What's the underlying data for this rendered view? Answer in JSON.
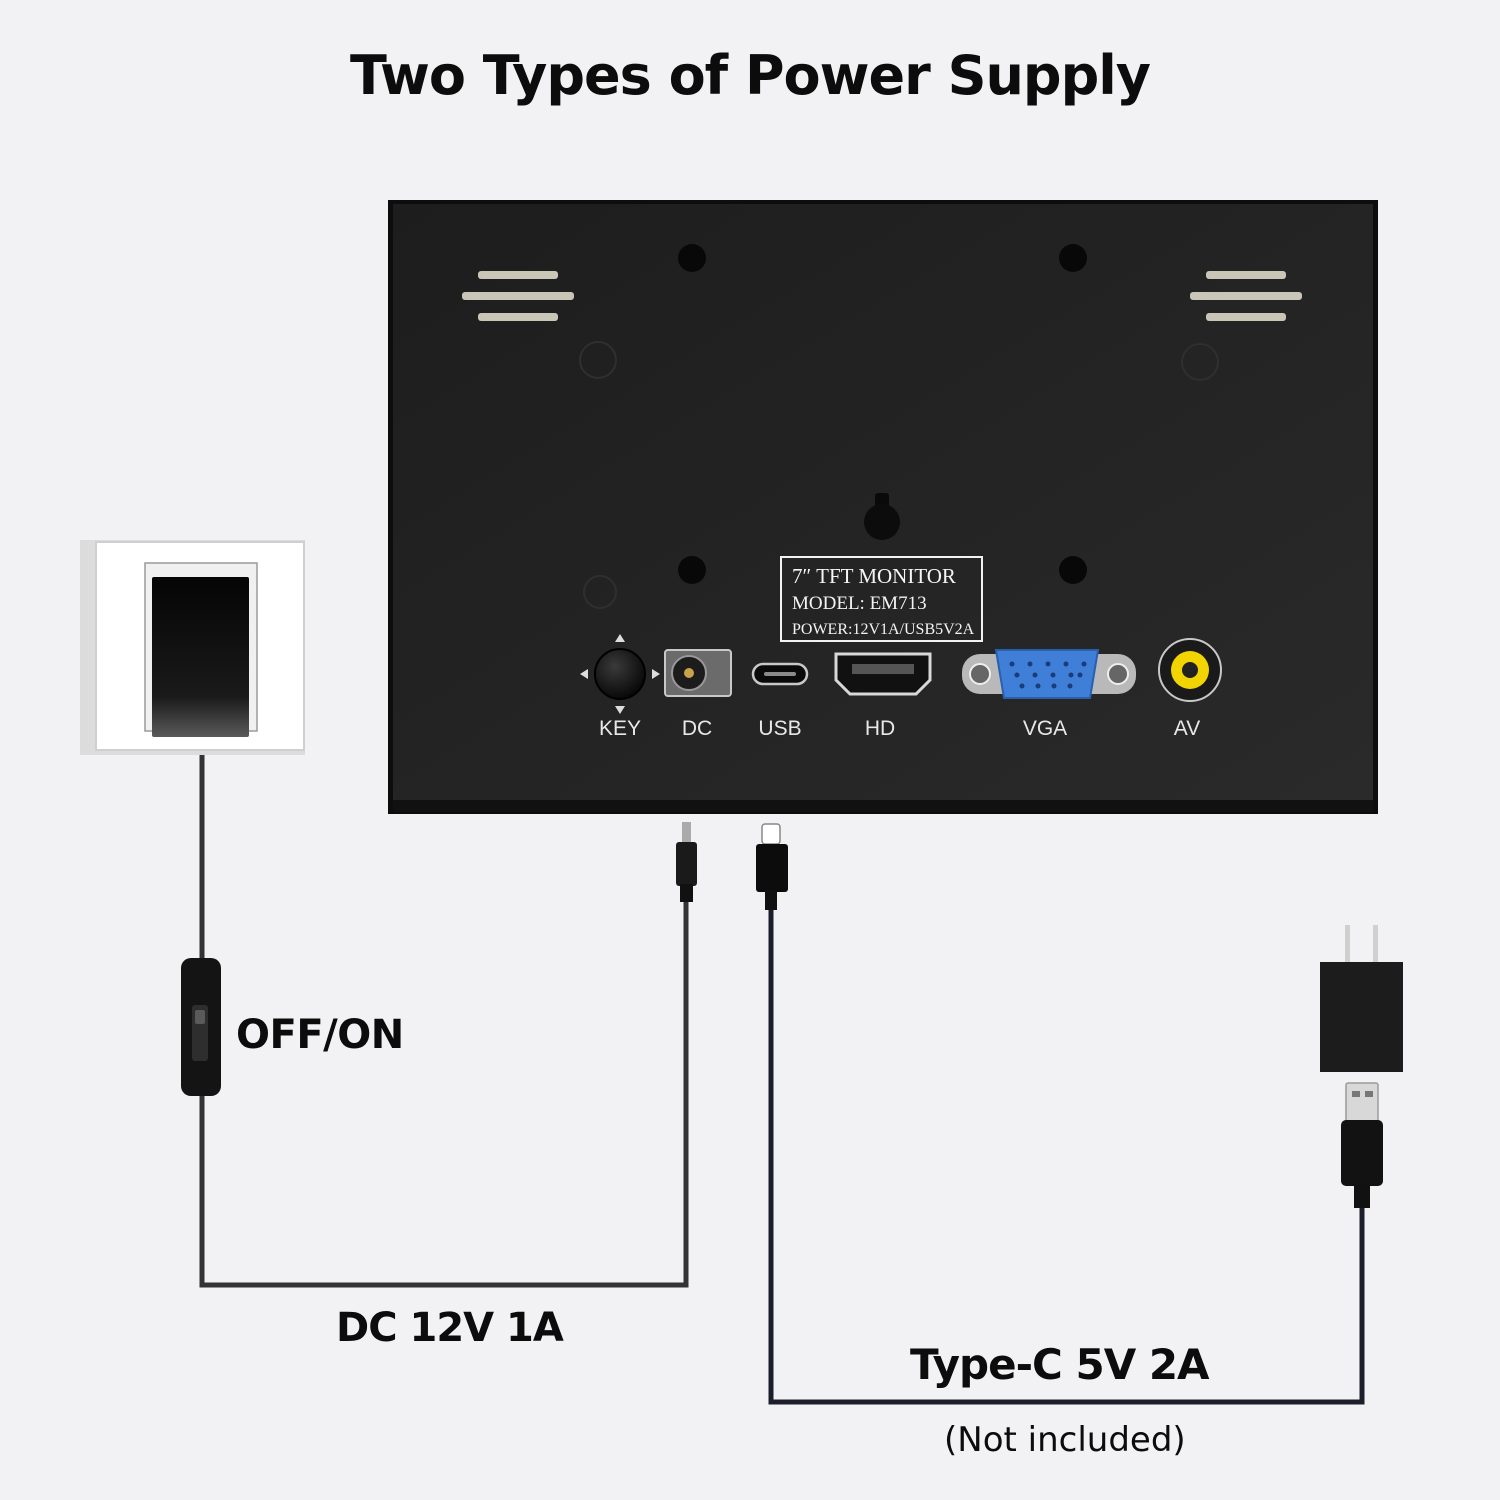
{
  "title": "Two Types of Power Supply",
  "monitor": {
    "label_lines": [
      "7″ TFT MONITOR",
      "MODEL: EM713",
      "POWER:12V1A/USB5V2A"
    ],
    "ports": [
      "KEY",
      "DC",
      "USB",
      "HD",
      "VGA",
      "AV"
    ]
  },
  "labels": {
    "switch": "OFF/ON",
    "dc_supply": "DC 12V 1A",
    "typec_supply": "Type-C 5V 2A",
    "typec_note": "(Not included)"
  },
  "colors": {
    "background": "#f2f2f4",
    "monitor_body": "#222222",
    "vga_blue": "#3f7fd8",
    "av_yellow": "#f2d400"
  },
  "icons": [
    "wall-socket-icon",
    "rocker-switch-icon",
    "dc-plug-icon",
    "usb-c-plug-icon",
    "usb-a-plug-icon",
    "power-adapter-icon"
  ]
}
